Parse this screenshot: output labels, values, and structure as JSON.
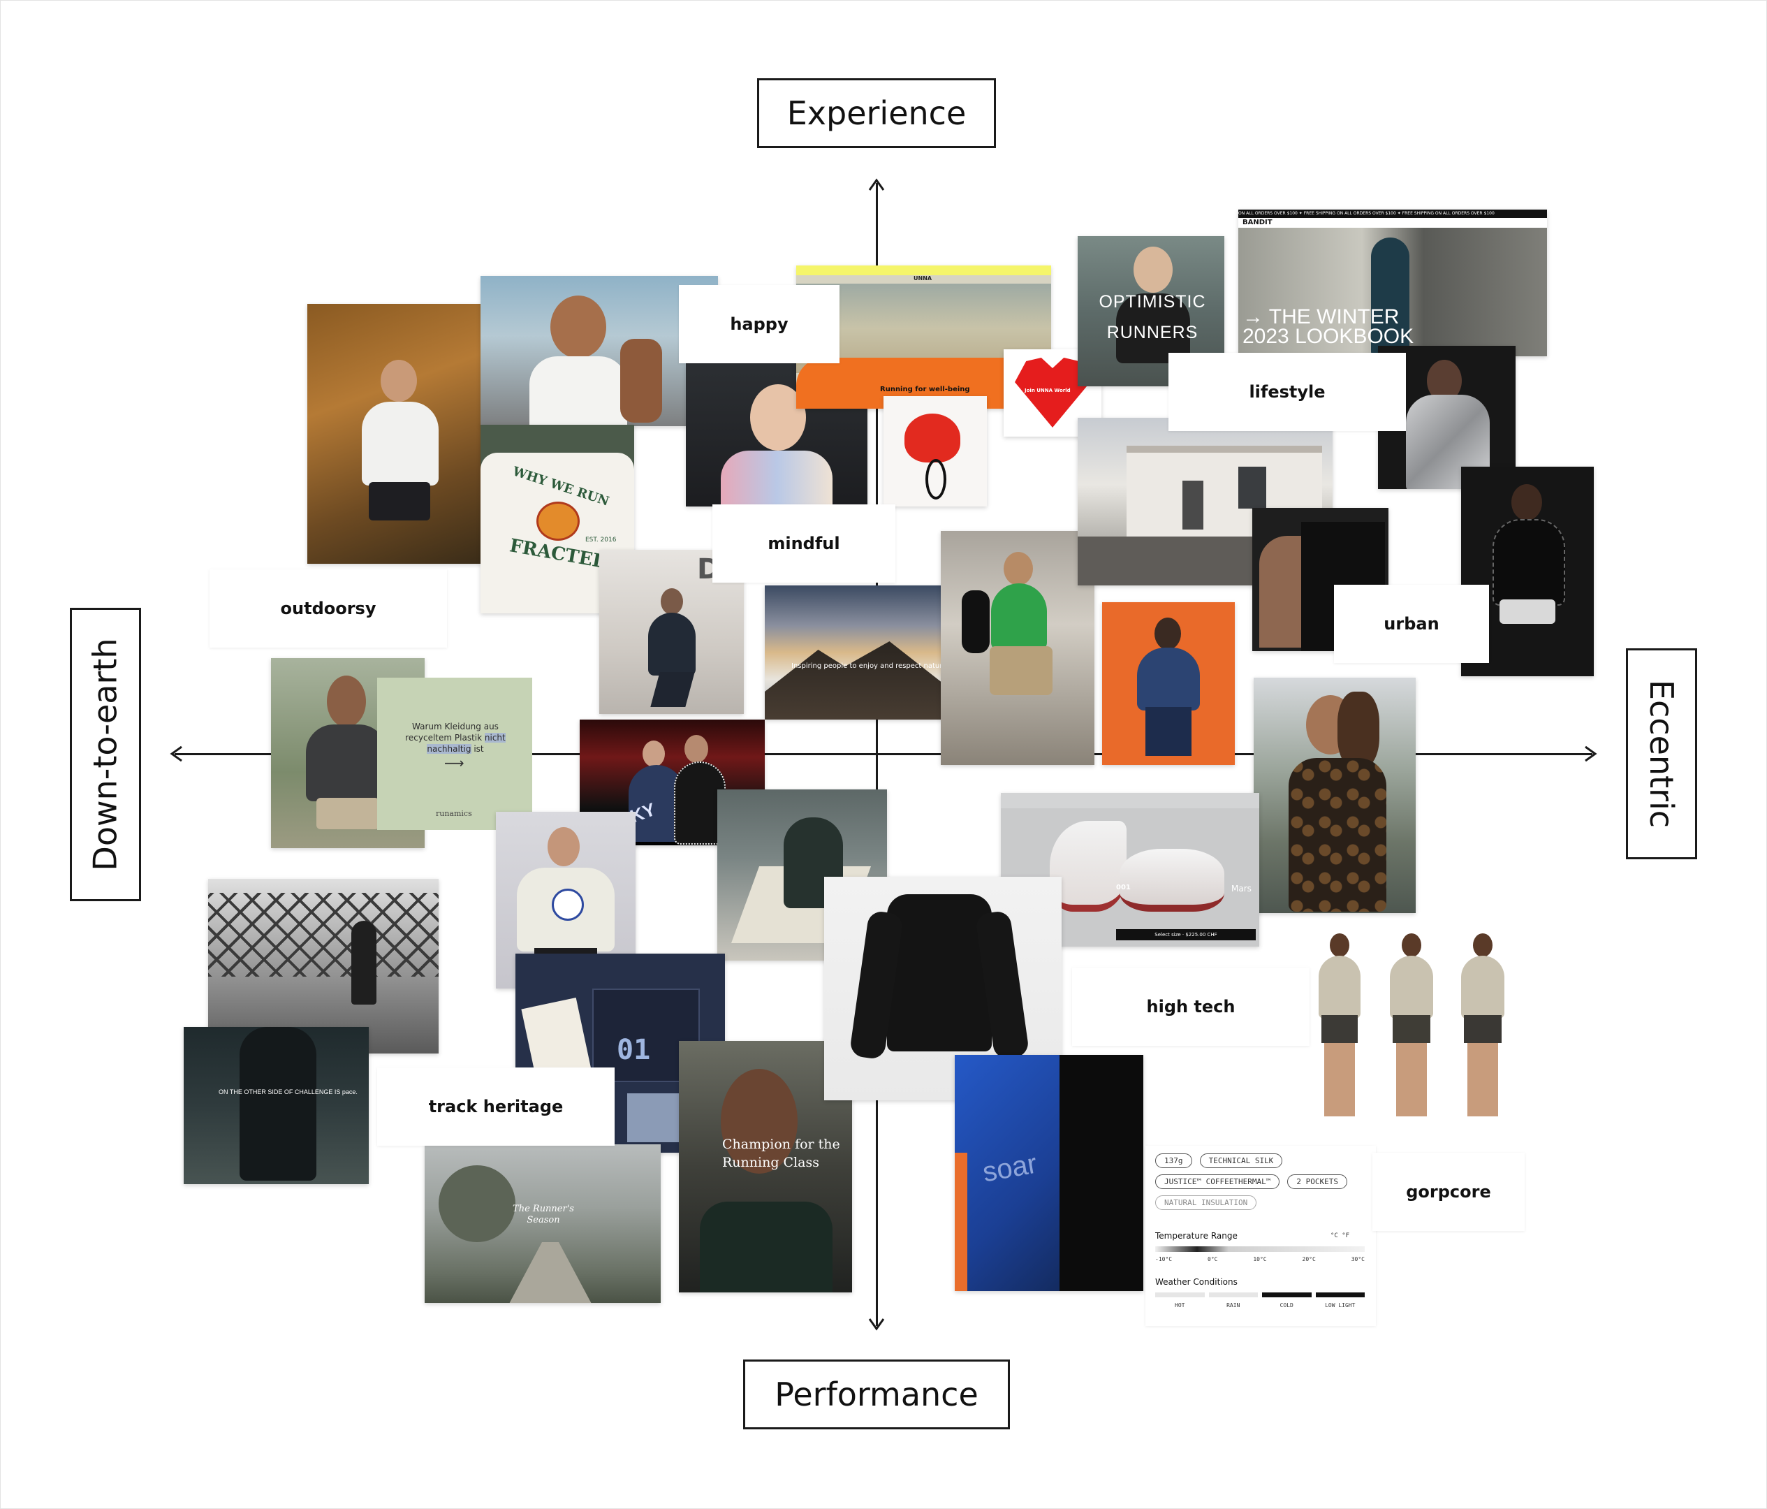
{
  "axes": {
    "top": "Experience",
    "bottom": "Performance",
    "left": "Down-to-earth",
    "right": "Eccentric"
  },
  "tags": {
    "happy": "happy",
    "lifestyle": "lifestyle",
    "mindful": "mindful",
    "outdoorsy": "outdoorsy",
    "urban": "urban",
    "high_tech": "high tech",
    "track_heritage": "track heritage",
    "gorpcore": "gorpcore"
  },
  "cards": {
    "optimistic": "OPTIMISTIC RUNNERS",
    "bandit_banner": "ON ALL ORDERS OVER $100 ✦ FREE SHIPPING ON ALL ORDERS OVER $100 ✦ FREE SHIPPING ON ALL ORDERS OVER $100",
    "bandit_logo": "BANDIT",
    "bandit_headline": "→ THE WINTER 2023 LOOKBOOK",
    "unna_logo": "UNNA",
    "unna_tagline": "Running for well-being",
    "unna_join": "Join UNNA World",
    "fractel_arc": "WHY WE RUN",
    "fractel_brand": "FRACTEL",
    "fractel_est": "EST. 2016",
    "runamics_text": "Warum Kleidung aus recyceltem Plastik",
    "runamics_highlight": "nicht nachhaltig",
    "runamics_suffix": "ist",
    "runamics_arrow": "⟶",
    "runamics_logo": "runamics",
    "inspiring_text": "Inspiring people to enjoy and respect nature",
    "saysky": "SAYSKY",
    "pace_text": "ON THE OTHER SIDE OF CHALLENGE IS pace.",
    "runners_season": "The Runner's Season",
    "champion": "Champion for the Running Class",
    "soar": "soar",
    "on_mars": "Mars",
    "on_number": "001",
    "on_button": "Select size · $225.00 CHF",
    "number_tag": "01"
  },
  "spec_card": {
    "chips_row1": [
      "137g",
      "TECHNICAL SILK"
    ],
    "chips_row2": [
      "JUSTICE™ COFFEETHERMAL™",
      "2 POCKETS"
    ],
    "chips_row3": [
      "NATURAL INSULATION"
    ],
    "temp_title": "Temperature Range",
    "temp_unit": "°C °F",
    "temps": [
      "-10°C",
      "0°C",
      "10°C",
      "20°C",
      "30°C"
    ],
    "weather_title": "Weather Conditions",
    "weather": [
      "HOT",
      "RAIN",
      "COLD",
      "LOW LIGHT"
    ]
  }
}
